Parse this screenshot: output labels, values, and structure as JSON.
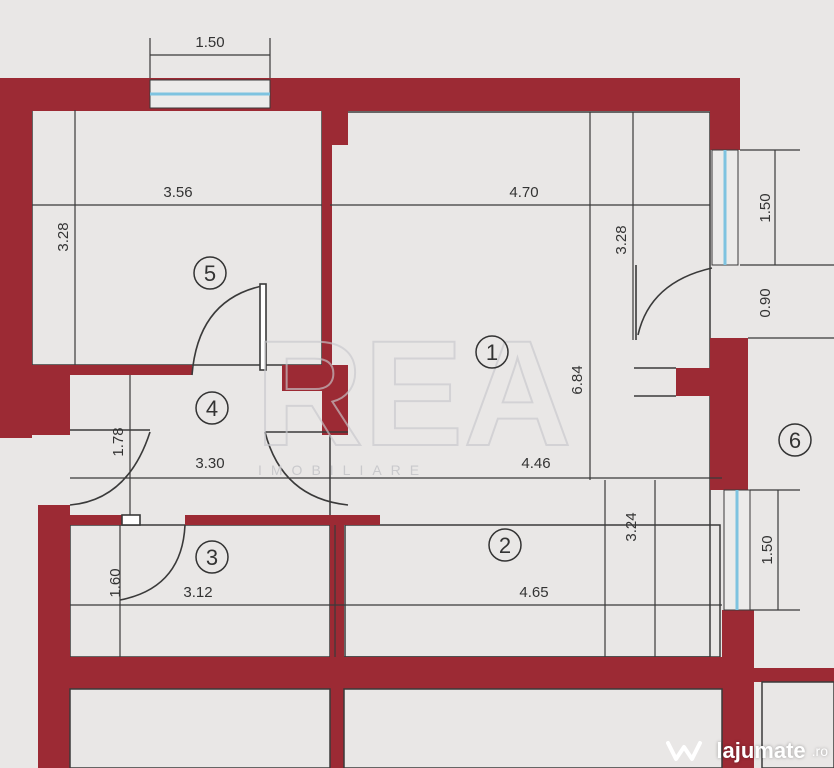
{
  "colors": {
    "wall": "#9c2a34",
    "background": "#e9e7e6",
    "line": "#3a3a3a",
    "glass": "#7ec3e0"
  },
  "dimensions": {
    "window_top_width": "1.50",
    "room5_width": "3.56",
    "room5_height": "3.28",
    "room1_width": "4.70",
    "room1_upper_height": "3.28",
    "room1_total_height": "6.84",
    "window_right_upper": "1.50",
    "door_right_width": "0.90",
    "room4_width": "3.30",
    "room4_height": "1.78",
    "room2_width_upper": "4.46",
    "room2_height": "3.24",
    "window_right_lower": "1.50",
    "room3_height": "1.60",
    "room3_width": "3.12",
    "room2_width_lower": "4.65"
  },
  "rooms": [
    "5",
    "1",
    "4",
    "6",
    "3",
    "2"
  ],
  "watermark": {
    "logo": "REA",
    "text": "IMOBILIARE"
  },
  "brand": {
    "name": "lajumate",
    "suffix": ".ro"
  }
}
